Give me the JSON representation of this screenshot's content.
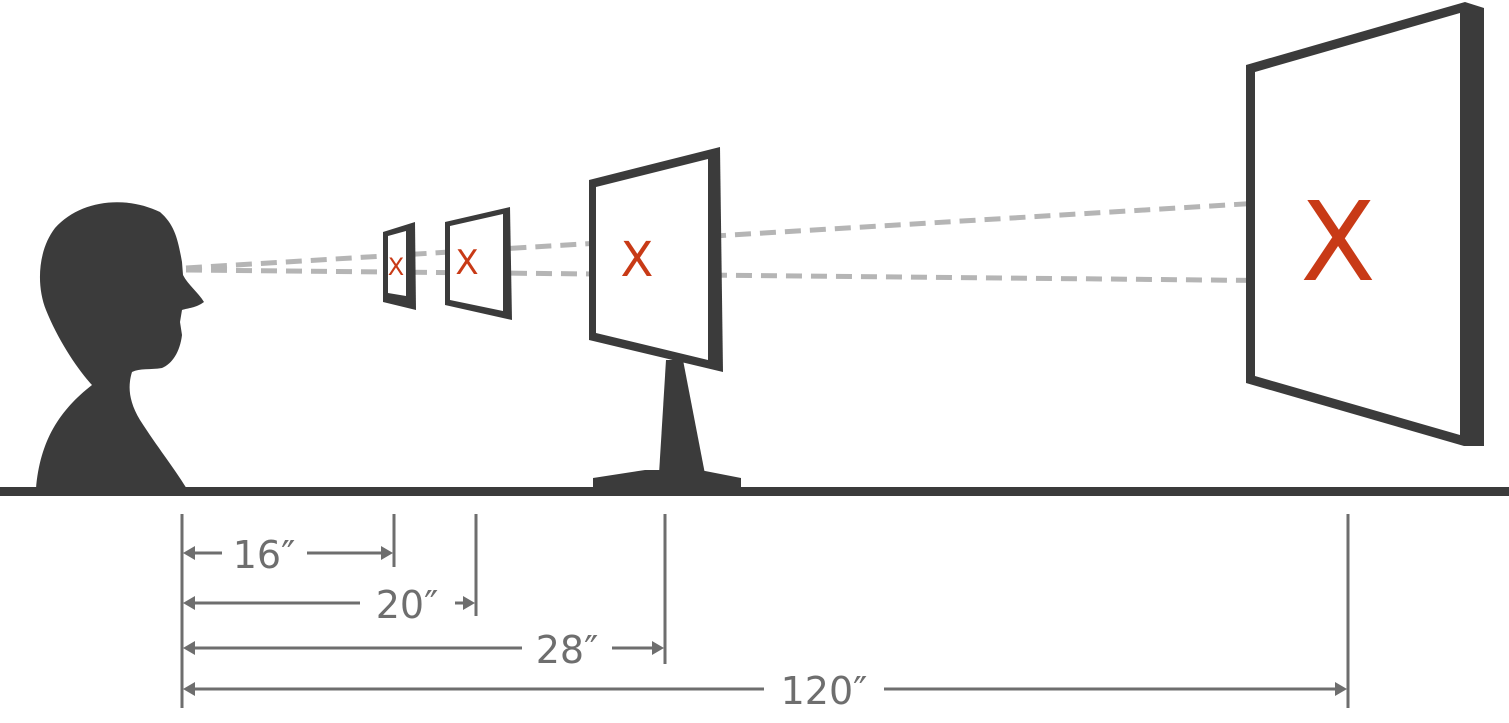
{
  "colors": {
    "silhouette": "#3b3b3b",
    "screen_frame": "#3b3b3b",
    "sight_line": "#b5b5b5",
    "target_x": "#c83a16",
    "dimension": "#6e6e6e"
  },
  "target_glyph": "X",
  "distances": [
    {
      "label": "16″",
      "inches": 16
    },
    {
      "label": "20″",
      "inches": 20
    },
    {
      "label": "28″",
      "inches": 28
    },
    {
      "label": "120″",
      "inches": 120
    }
  ]
}
